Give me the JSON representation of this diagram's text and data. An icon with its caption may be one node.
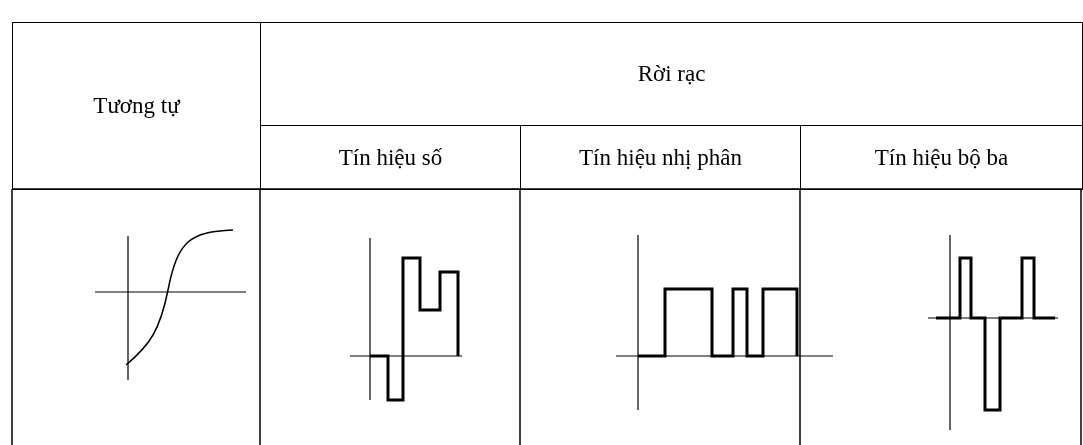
{
  "diagram": {
    "labels": [
      "Tương tự",
      "Rời rạc",
      "Tín hiệu số",
      "Tín hiệu nhị phân",
      "Tín hiệu bộ ba"
    ]
  }
}
